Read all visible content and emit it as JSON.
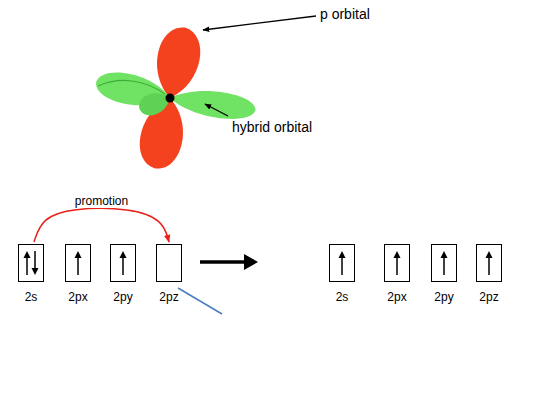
{
  "diagram": {
    "nodes": [
      {
        "text": [
          "2s"
        ]
      },
      {
        "text": [
          "2px"
        ]
      },
      {
        "text": [
          "2py"
        ]
      },
      {
        "text": [
          "2pz"
        ]
      },
      {
        "text": [
          "2s"
        ]
      },
      {
        "text": [
          "2px"
        ]
      },
      {
        "text": [
          "2py"
        ]
      },
      {
        "text": [
          "2pz"
        ]
      }
    ],
    "edges": [
      {
        "from": 0,
        "to": 3,
        "label": "promotion",
        "arrow": "to"
      }
    ],
    "labels": [
      "p orbital",
      "hybrid orbital"
    ]
  }
}
